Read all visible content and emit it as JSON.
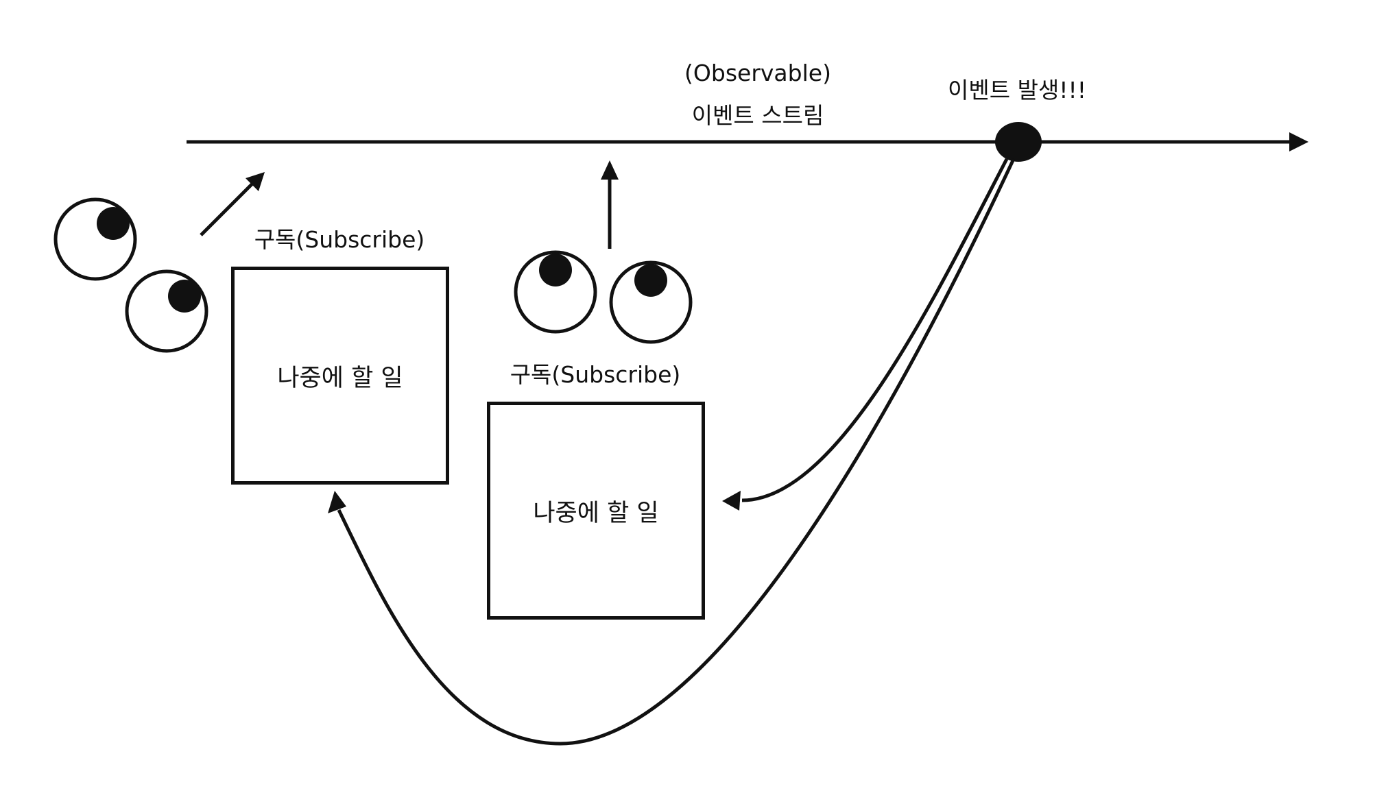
{
  "stream": {
    "observable_label": "(Observable)",
    "stream_label": "이벤트 스트림",
    "event_label": "이벤트 발생!!!"
  },
  "subscriber_left": {
    "subscribe_label": "구독(Subscribe)",
    "task_label": "나중에 할 일"
  },
  "subscriber_right": {
    "subscribe_label": "구독(Subscribe)",
    "task_label": "나중에 할 일"
  },
  "colors": {
    "stroke": "#111111",
    "background": "#ffffff"
  }
}
